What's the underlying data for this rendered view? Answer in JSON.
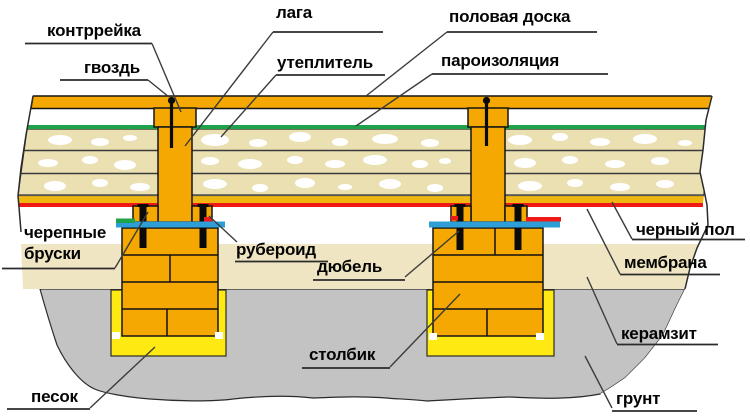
{
  "diagram": {
    "type": "floor-construction-cross-section",
    "language": "ru",
    "labels": {
      "counter_batten": "контррейка",
      "nail": "гвоздь",
      "joist": "лага",
      "insulation": "утеплитель",
      "floor_board": "половая доска",
      "vapor_barrier": "пароизоляция",
      "cranial_bars": "черепные бруски",
      "roofing_felt": "рубероид",
      "dowel": "дюбель",
      "subfloor": "черный пол",
      "membrane": "мембрана",
      "expanded_clay": "керамзит",
      "pillar": "столбик",
      "sand": "песок",
      "ground": "грунт"
    },
    "colors": {
      "wood_orange": "#F6A802",
      "subfloor_gold": "#EFB70F",
      "sand_yellow": "#FFE912",
      "insulation_beige": "#EAE0B2",
      "clay_beige": "#EFE5C2",
      "ground_gray": "#C3C3C3",
      "vapor_green": "#1EA34B",
      "felt_blue": "#2D9FD6",
      "red_line": "#EF1A16",
      "outline": "#1A1A1A",
      "label_text": "#040404"
    }
  }
}
